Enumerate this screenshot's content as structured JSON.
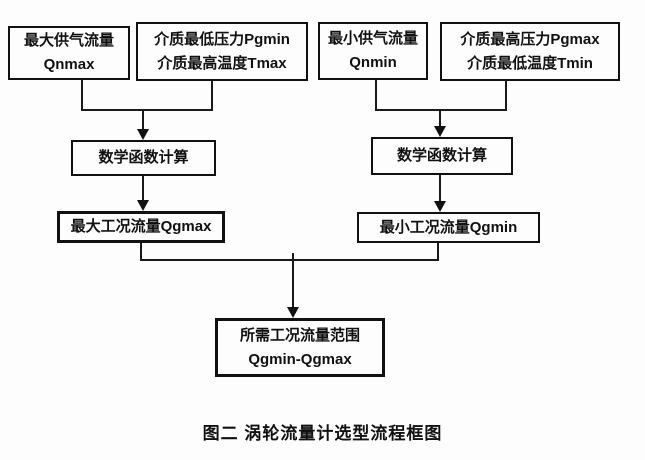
{
  "figure": {
    "caption": "图二  涡轮流量计选型流程框图"
  },
  "colors": {
    "line": "#1a1a1a",
    "text": "#111111",
    "background": "#fdfdfd"
  },
  "flowchart": {
    "nodes": {
      "qnmax": {
        "line1": "最大供气流量",
        "line2": "Qnmax"
      },
      "pgmin_tmax": {
        "line1": "介质最低压力Pgmin",
        "line2": "介质最高温度Tmax"
      },
      "qnmin": {
        "line1": "最小供气流量",
        "line2": "Qnmin"
      },
      "pgmax_tmin": {
        "line1": "介质最高压力Pgmax",
        "line2": "介质最低温度Tmin"
      },
      "math_left": {
        "label": "数学函数计算"
      },
      "math_right": {
        "label": "数学函数计算"
      },
      "qgmax": {
        "label": "最大工况流量Qgmax"
      },
      "qgmin": {
        "label": "最小工况流量Qgmin"
      },
      "result": {
        "line1": "所需工况流量范围",
        "line2": "Qgmin-Qgmax"
      }
    }
  }
}
